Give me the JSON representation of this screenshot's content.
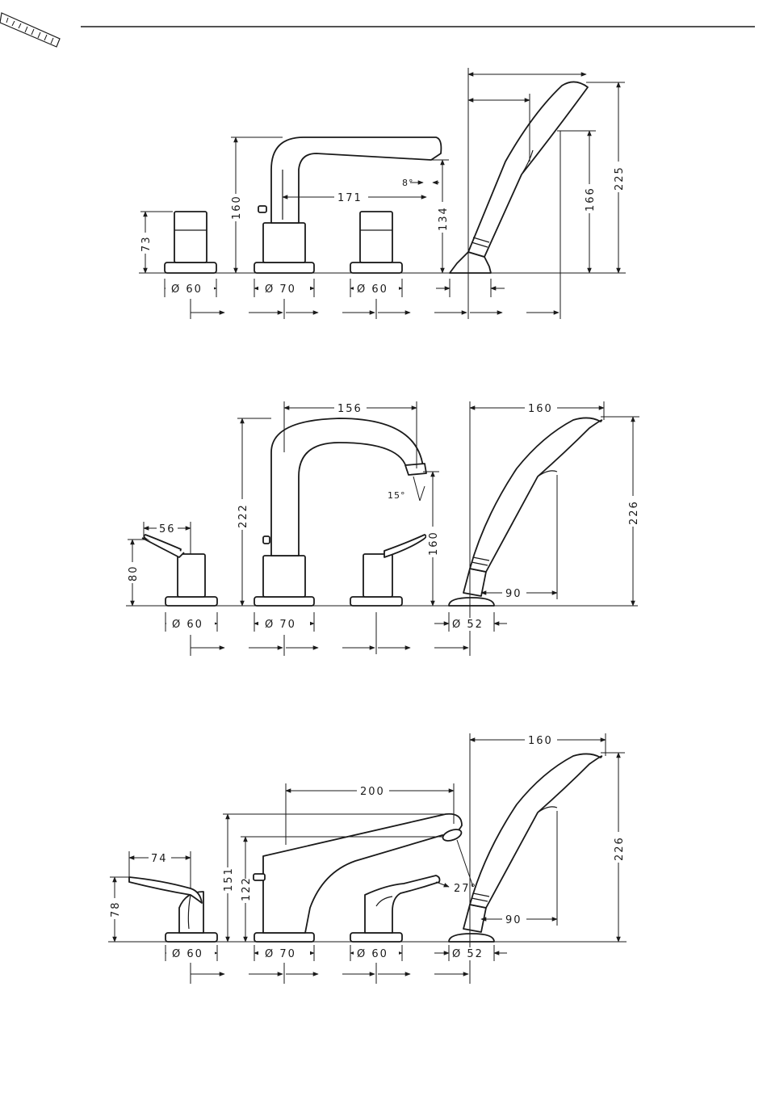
{
  "diagrams": [
    {
      "id": "top",
      "dims": {
        "d_handle_left": "Ø 60",
        "d_spout": "Ø 70",
        "d_handle_right": "Ø 60",
        "h_handle": "73",
        "h_spout": "160",
        "reach_spout": "171",
        "angle": "8°",
        "h_outlet": "134",
        "h_shower_hold": "166",
        "h_shower": "225"
      }
    },
    {
      "id": "middle",
      "dims": {
        "d_handle_left": "Ø 60",
        "d_spout": "Ø 70",
        "d_shower": "Ø 52",
        "lever_len": "56",
        "h_handle": "80",
        "h_spout": "222",
        "reach_spout": "156",
        "angle": "15°",
        "h_outlet": "160",
        "w_shower": "160",
        "h_shower": "226",
        "grip": "90"
      }
    },
    {
      "id": "bottom",
      "dims": {
        "d_handle_left": "Ø 60",
        "d_spout": "Ø 70",
        "d_handle_right": "Ø 60",
        "d_shower": "Ø 52",
        "lever_len": "74",
        "h_handle": "78",
        "h_spout": "151",
        "h_outlet": "122",
        "reach_spout": "200",
        "angle": "27°",
        "w_shower": "160",
        "h_shower": "226",
        "grip": "90"
      }
    }
  ]
}
